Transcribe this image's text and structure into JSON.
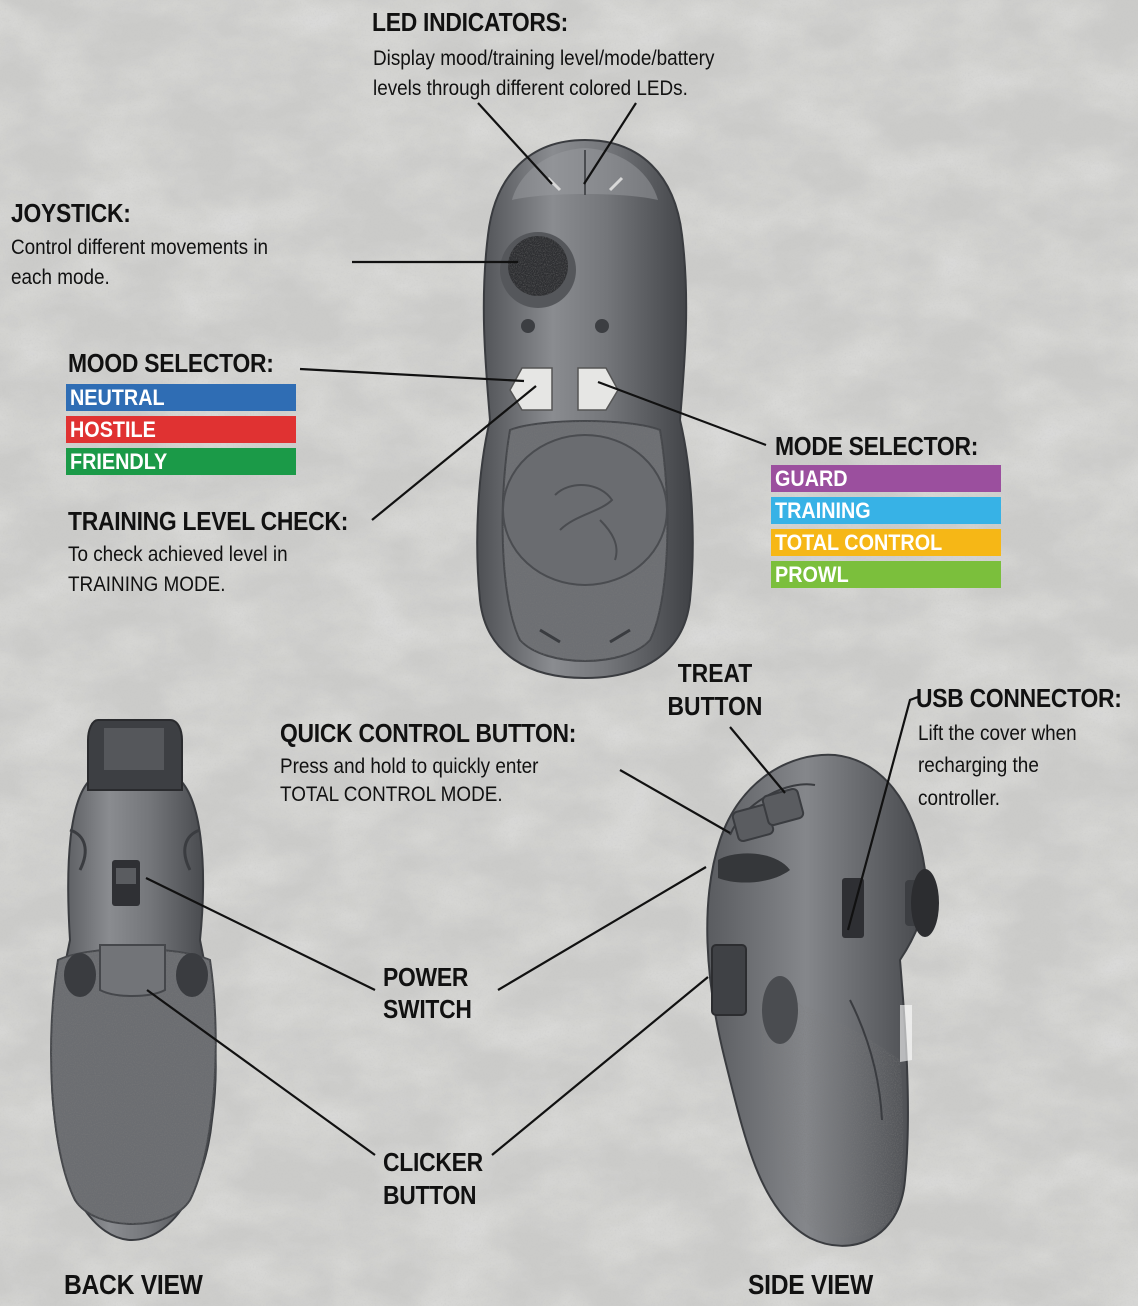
{
  "led": {
    "title": "LED INDICATORS:",
    "line1": "Display mood/training level/mode/battery",
    "line2": "levels through different colored LEDs."
  },
  "joystick": {
    "title": "JOYSTICK:",
    "line1": "Control different movements in",
    "line2": "each mode."
  },
  "mood": {
    "title": "MOOD SELECTOR:",
    "options": [
      {
        "label": "NEUTRAL",
        "color": "#2f6db4"
      },
      {
        "label": "HOSTILE",
        "color": "#e03232"
      },
      {
        "label": "FRIENDLY",
        "color": "#1b9a48"
      }
    ]
  },
  "training": {
    "title": "TRAINING LEVEL CHECK:",
    "line1": "To check achieved level in",
    "line2": "TRAINING MODE."
  },
  "mode": {
    "title": "MODE SELECTOR:",
    "options": [
      {
        "label": "GUARD",
        "color": "#9b4f9e"
      },
      {
        "label": "TRAINING",
        "color": "#37b2e6"
      },
      {
        "label": "TOTAL CONTROL",
        "color": "#f6b716"
      },
      {
        "label": "PROWL",
        "color": "#7bbf3c"
      }
    ]
  },
  "treat": {
    "line1": "TREAT",
    "line2": "BUTTON"
  },
  "usb": {
    "title": "USB CONNECTOR:",
    "line1": "Lift the cover when",
    "line2": "recharging the",
    "line3": "controller."
  },
  "quick": {
    "title": "QUICK CONTROL BUTTON:",
    "line1": "Press and hold to quickly enter",
    "line2": "TOTAL CONTROL MODE."
  },
  "power": {
    "line1": "POWER",
    "line2": "SWITCH"
  },
  "clicker": {
    "line1": "CLICKER",
    "line2": "BUTTON"
  },
  "views": {
    "back": "BACK VIEW",
    "side": "SIDE VIEW"
  },
  "colors": {
    "background": "#c9c9c7",
    "controller": "#6b6d70",
    "ink": "#111111"
  }
}
